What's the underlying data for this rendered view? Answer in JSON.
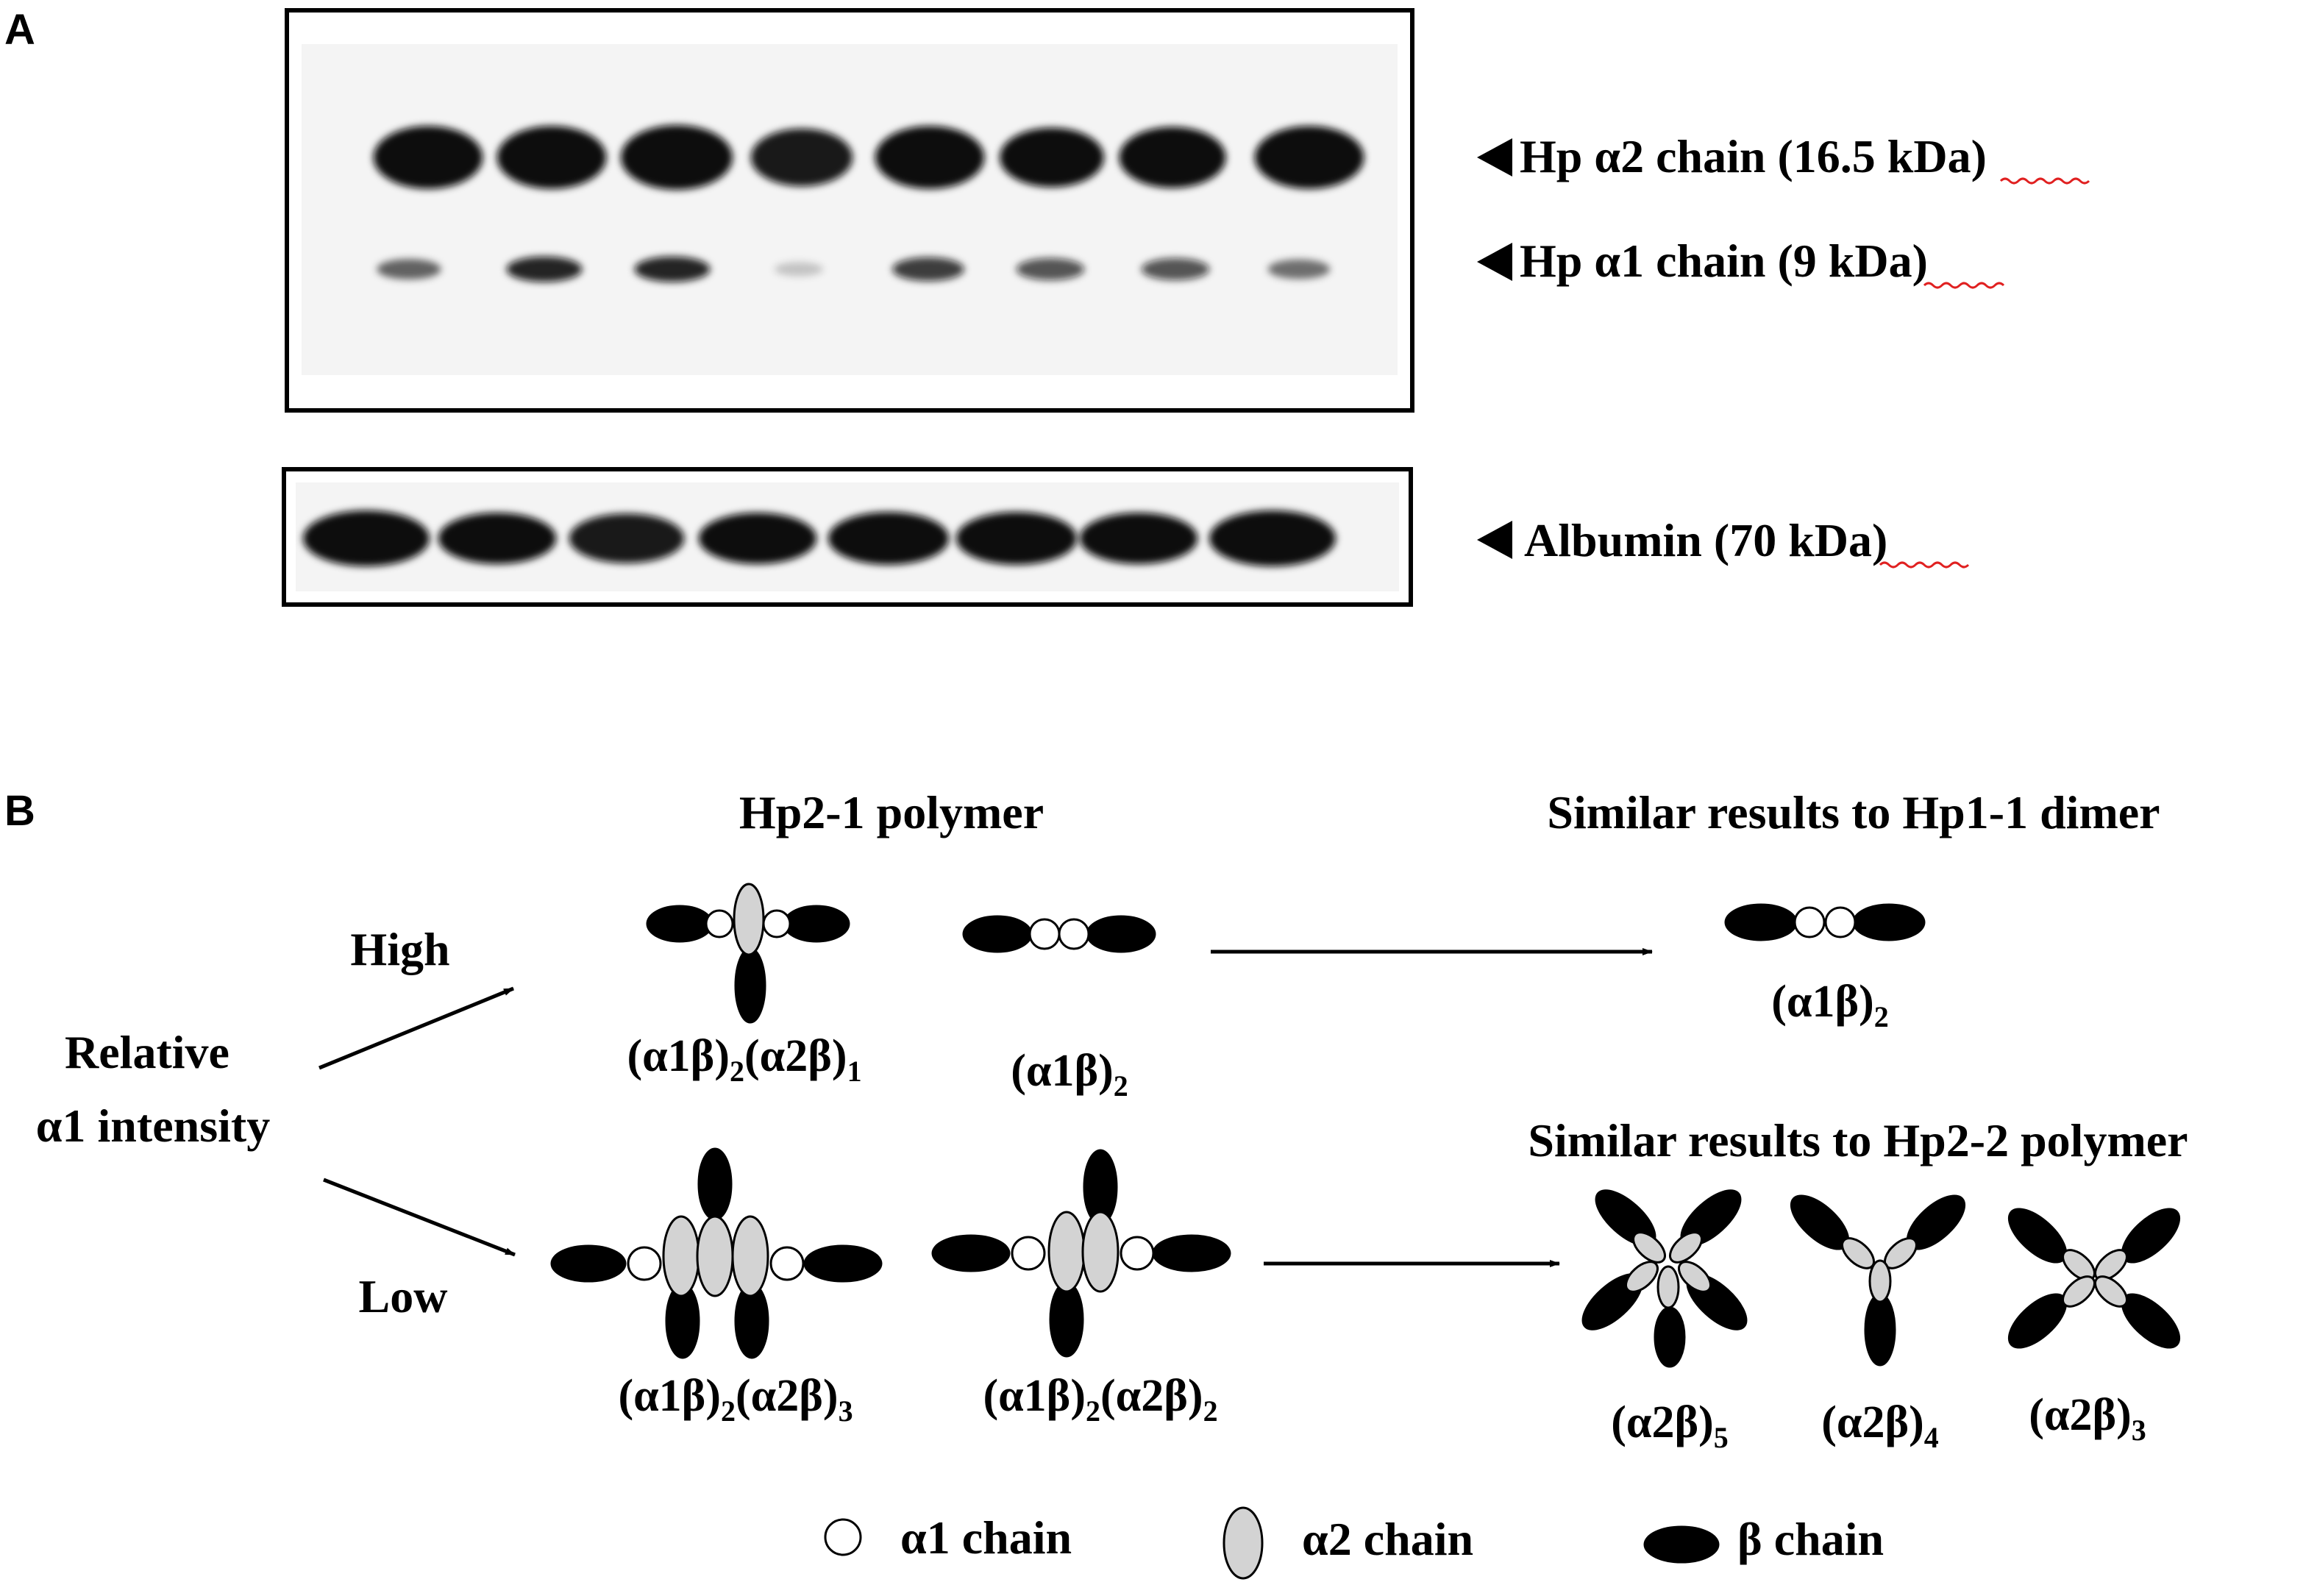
{
  "panel_a": {
    "letter": "A",
    "labels": {
      "alpha2": "Hp α2 chain (16.5 kDa)",
      "alpha1": "Hp α1 chain (9 kDa)",
      "albumin": "Albumin (70 kDa)"
    },
    "band_intensity": {
      "alpha2": [
        0.95,
        0.95,
        1.0,
        0.8,
        0.95,
        0.85,
        0.9,
        0.95
      ],
      "alpha1": [
        0.45,
        0.75,
        0.75,
        0.05,
        0.65,
        0.55,
        0.55,
        0.4
      ],
      "albumin": [
        1.0,
        0.85,
        0.8,
        0.85,
        0.9,
        0.9,
        0.85,
        1.0
      ]
    }
  },
  "panel_b": {
    "letter": "B",
    "hp21_title": "Hp2-1 polymer",
    "relative_label_1": "Relative",
    "relative_label_2": "α1 intensity",
    "high_label": "High",
    "low_label": "Low",
    "similar_hp11": "Similar results to Hp1-1 dimer",
    "similar_hp22": "Similar results to Hp2-2 polymer",
    "legend": {
      "alpha1": "α1 chain",
      "alpha2": "α2 chain",
      "beta": "β chain"
    }
  },
  "colors": {
    "beta_chain": "#000000",
    "alpha1_chain": "#ffffff",
    "alpha2_chain": "#d3d3d3",
    "blot_background": "#f4f4f4"
  }
}
